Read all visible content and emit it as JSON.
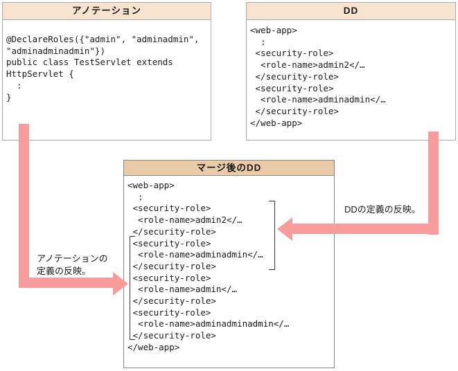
{
  "annotation_box": {
    "title": "アノテーション",
    "code": "@DeclareRoles({\"admin\", \"adminadmin\",\n\"adminadminadmin\"})\npublic class TestServlet extends\nHttpServlet {\n  :\n}"
  },
  "dd_box": {
    "title": "DD",
    "code": "<web-app>\n  :\n <security-role>\n  <role-name>admin2</…\n </security-role>\n <security-role>\n  <role-name>adminadmin</…\n </security-role>\n</web-app>"
  },
  "merged_dd_box": {
    "title": "マージ後のDD",
    "code": "<web-app>\n  :\n <security-role>\n  <role-name>admin2</…\n </security-role>\n <security-role>\n  <role-name>adminadmin</…\n </security-role>\n <security-role>\n  <role-name>admin</…\n </security-role>\n <security-role>\n  <role-name>adminadminadmin</…\n </security-role>\n</web-app>"
  },
  "labels": {
    "dd_reflection": "DDの定義の反映。",
    "annotation_reflection": "アノテーションの\n定義の反映。"
  },
  "colors": {
    "top_header_bg": "#f7e3d0",
    "merged_header_bg": "#eacba8",
    "arrow": "#f79b9b",
    "top_box_border": "#aaaaaa",
    "merged_box_border": "#888888",
    "bracket": "#333333"
  }
}
